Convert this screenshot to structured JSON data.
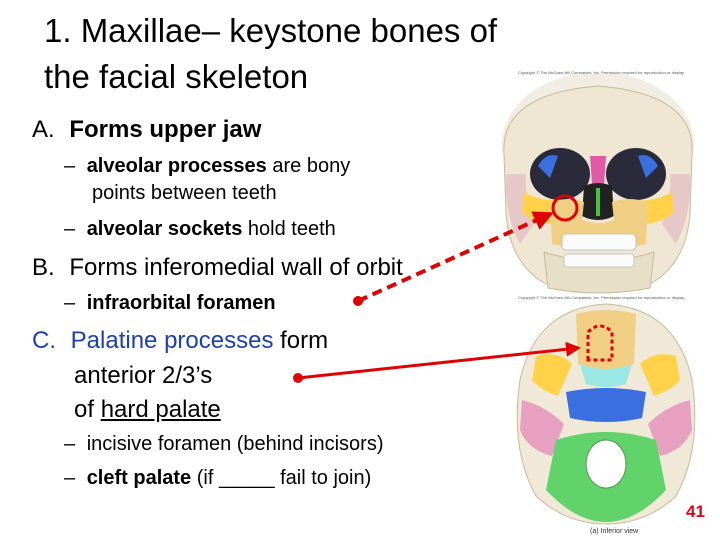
{
  "title": {
    "line1": "1. Maxillae– keystone bones of",
    "line2": "the facial skeleton"
  },
  "sectionA": {
    "label": "A.",
    "text": "Forms upper jaw",
    "bullets": [
      {
        "dash": "–",
        "bold": "alveolar processes",
        "rest": " are bony",
        "line2": "points between teeth"
      },
      {
        "dash": "–",
        "bold": "alveolar sockets",
        "rest": " hold teeth"
      }
    ]
  },
  "sectionB": {
    "label": "B.",
    "text": "Forms inferomedial wall of orbit",
    "bullets": [
      {
        "dash": "–",
        "bold": "infraorbital foramen"
      }
    ]
  },
  "sectionC": {
    "label": "C.",
    "blue": "Palatine processes",
    "rest": " form",
    "line2": "anterior 2/3’s",
    "line3_pre": "of ",
    "line3_u": "hard palate",
    "bullets": [
      {
        "dash": "–",
        "text": "incisive foramen (behind incisors)"
      },
      {
        "dash": "–",
        "bold": "cleft palate",
        "rest": " (if _____ fail to join)"
      }
    ]
  },
  "figure": {
    "copyright": "Copyright © The McGraw-Hill Companies, Inc. Permission required for reproduction or display.",
    "caption": "(a) Inferior view"
  },
  "page_number": "41",
  "colors": {
    "arrow": "#e00000",
    "blue_text": "#1f3fb0",
    "page_number": "#e0001a"
  }
}
